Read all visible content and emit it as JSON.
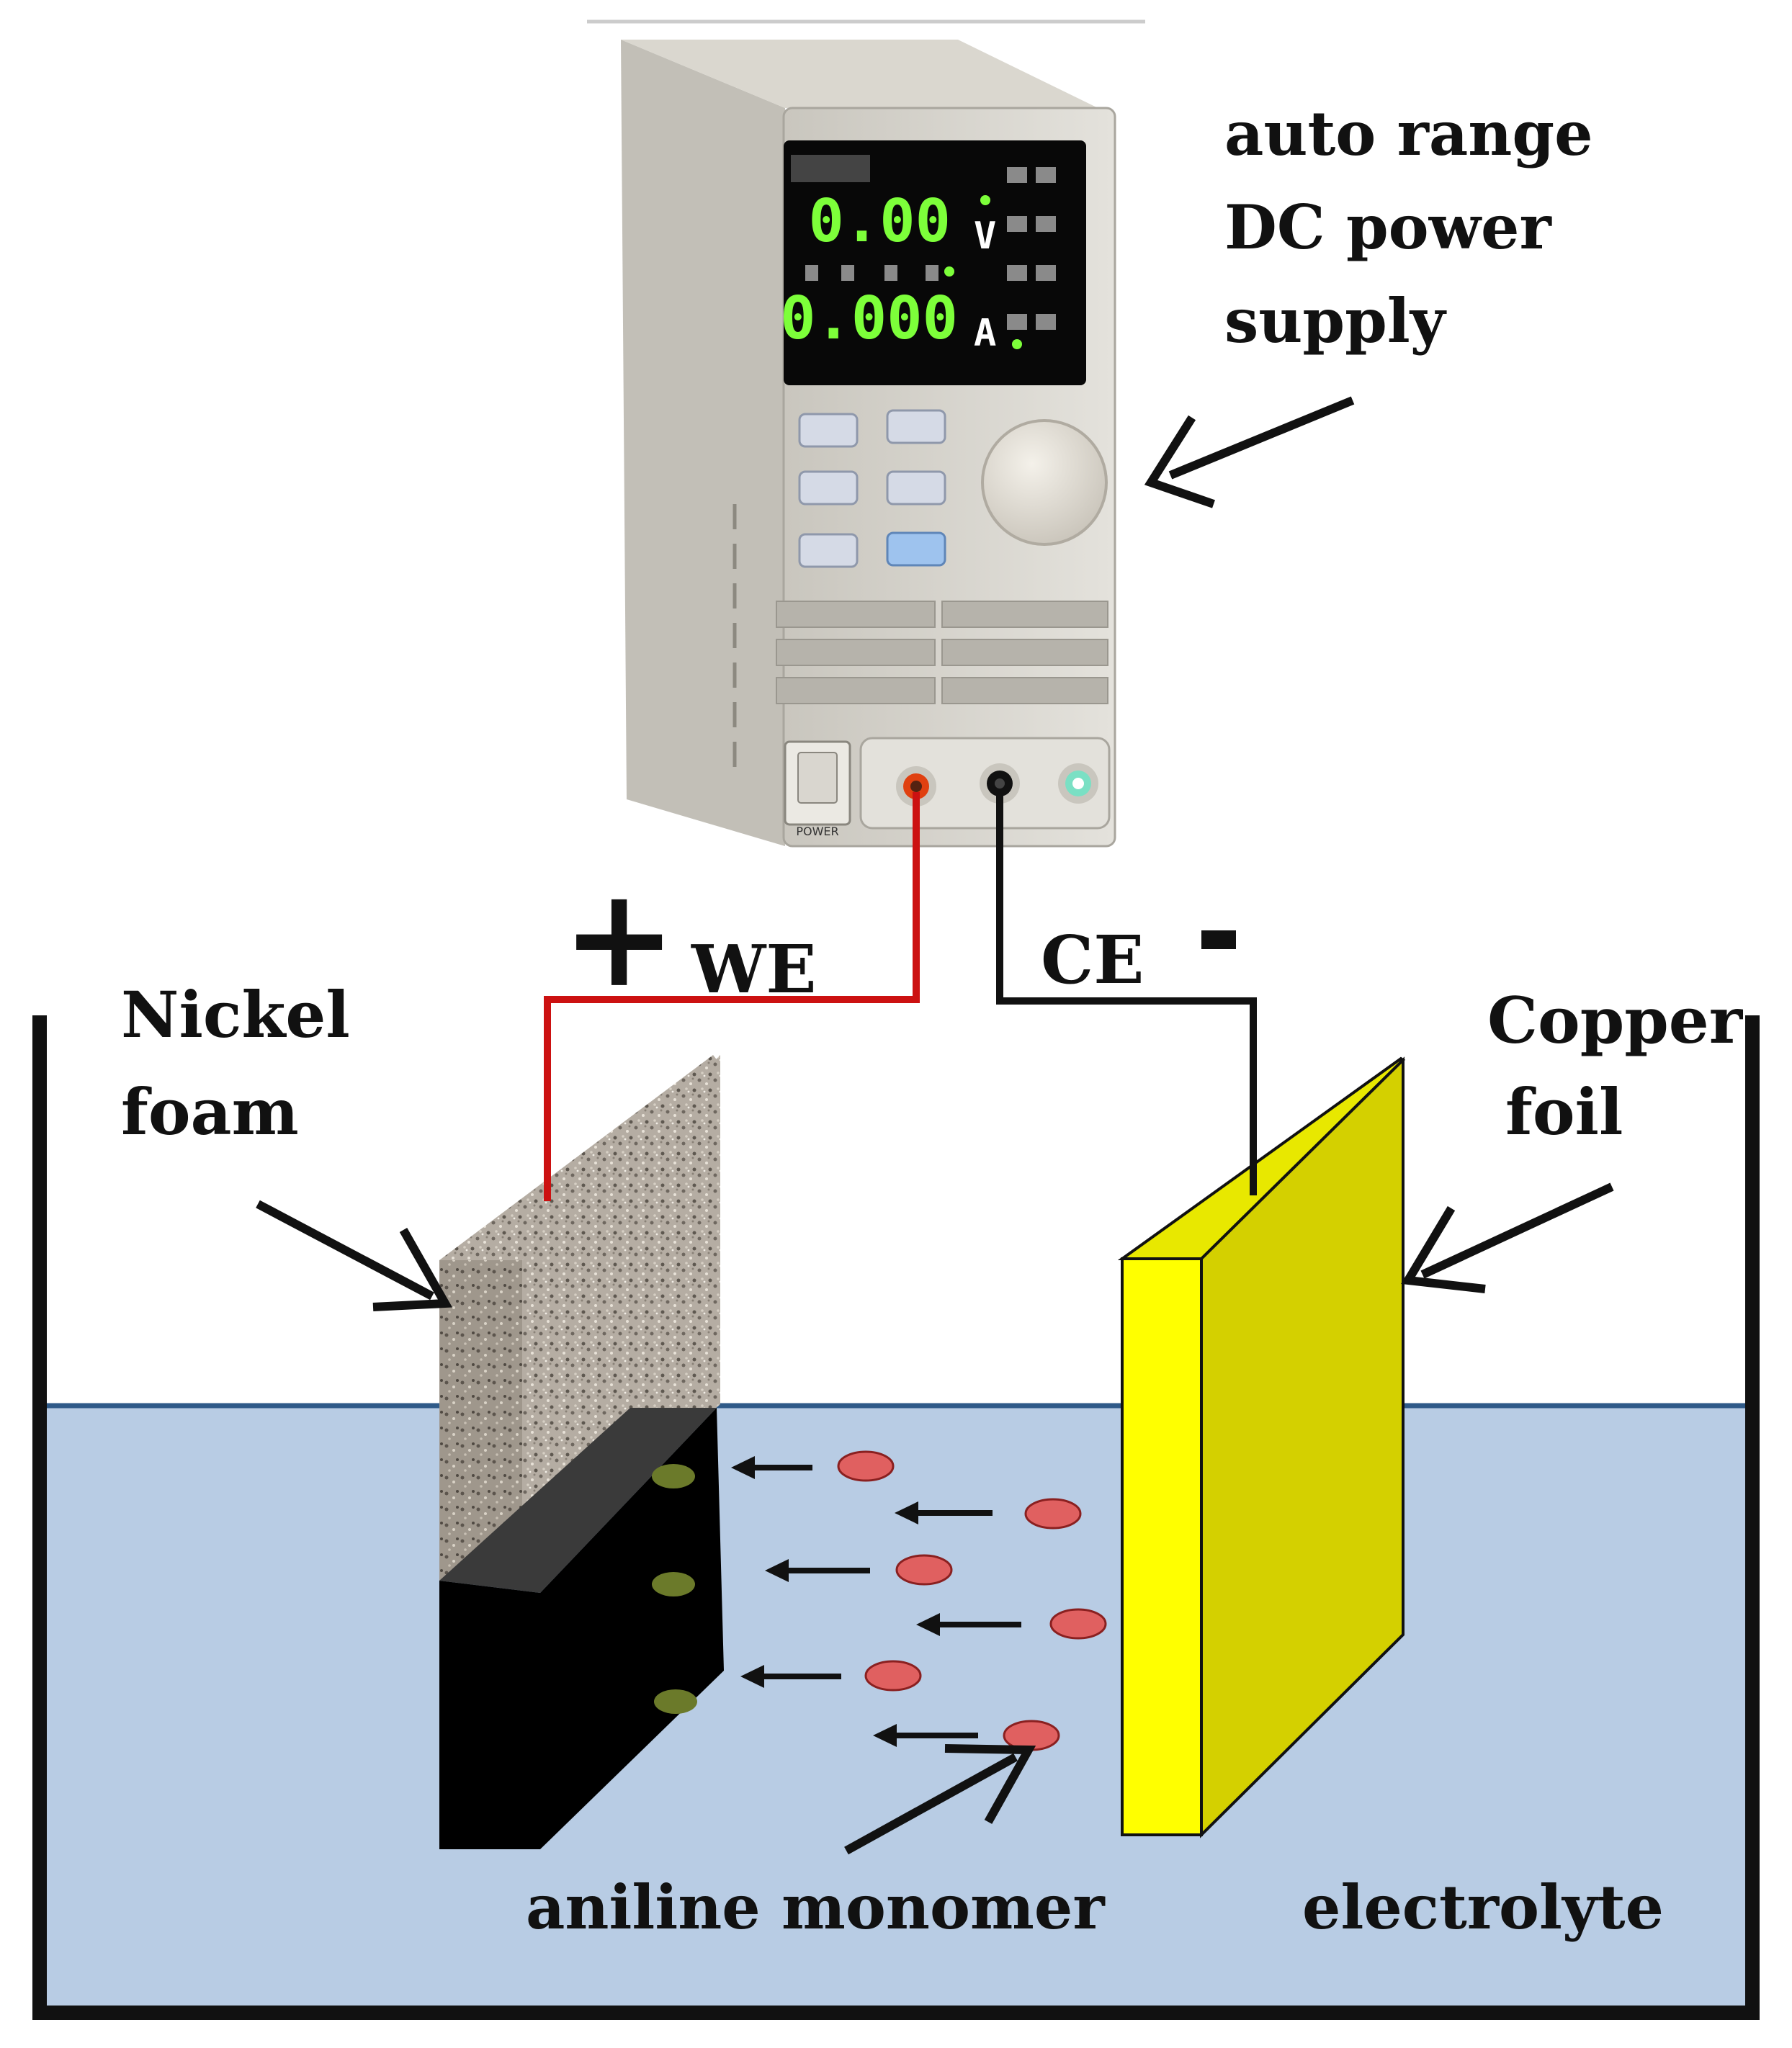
{
  "labels": {
    "power_supply": [
      "auto range",
      "DC power",
      "supply"
    ],
    "plus_sign": "+",
    "we": "WE",
    "ce": "CE",
    "minus_sign": "-",
    "nickel_foam": [
      "Nickel",
      "foam"
    ],
    "copper_foil": [
      "Copper",
      "foil"
    ],
    "aniline_monomer": "aniline monomer",
    "electrolyte": "electrolyte"
  },
  "display": {
    "voltage": "0.00",
    "voltage_unit": "V",
    "current": "0.000",
    "current_unit": "A",
    "power_switch_label": "POWER"
  },
  "colors": {
    "electrolyte": "#b8cce4",
    "positive_wire": "#cc1111",
    "negative_wire": "#111111",
    "copper_foil_front": "#ffff00",
    "copper_foil_side": "#d4d000",
    "polyaniline_coating": "#000000",
    "monomer": "#e06060",
    "deposited_monomer": "#6b7a2a",
    "lcd_digits": "#7dff3a"
  }
}
